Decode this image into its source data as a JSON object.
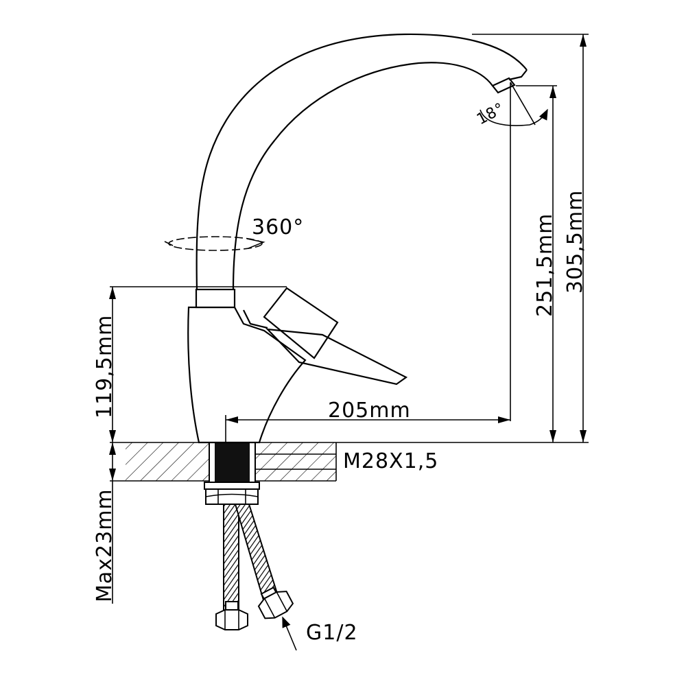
{
  "dimensions": {
    "total_height": "305,5mm",
    "spout_height": "251,5mm",
    "body_height": "119,5mm",
    "reach": "205mm",
    "thread": "M28X1,5",
    "max_counter": "Max23mm",
    "hose_connection": "G1/2"
  },
  "angles": {
    "rotation": "360°",
    "tilt": "18°"
  },
  "colors": {
    "line": "#000000",
    "background": "#ffffff"
  }
}
